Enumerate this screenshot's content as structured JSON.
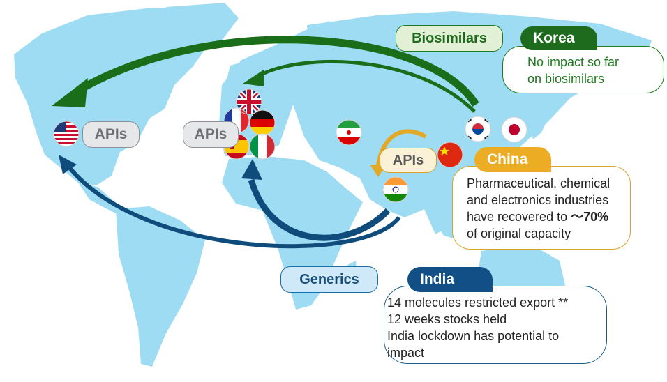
{
  "labels": {
    "apis_us": "APIs",
    "apis_eu": "APIs",
    "apis_india": "APIs",
    "biosimilars": "Biosimilars",
    "generics": "Generics"
  },
  "korea": {
    "tag": "Korea",
    "lines": [
      "No impact so far",
      "on biosimilars"
    ]
  },
  "china": {
    "tag": "China",
    "line1": "Pharmaceutical, chemical",
    "line2": "and electronics industries",
    "line3_prefix": "have recovered to ",
    "line3_bold": "～70%",
    "line4": "of original capacity"
  },
  "india": {
    "tag": "India",
    "lines": [
      "14 molecules restricted export **",
      "12 weeks stocks held",
      "India lockdown has potential to",
      "impact"
    ]
  },
  "flags": [
    "usa-flag",
    "uk-flag",
    "france-flag",
    "germany-flag",
    "spain-flag",
    "italy-flag",
    "iran-flag",
    "korea-flag",
    "japan-flag",
    "china-flag",
    "india-flag"
  ],
  "colors": {
    "map": "#9edcf4",
    "green_arrow": "#1a6e1a",
    "navy_arrow": "#0f4c7c",
    "gold_arrow": "#e3a826"
  }
}
